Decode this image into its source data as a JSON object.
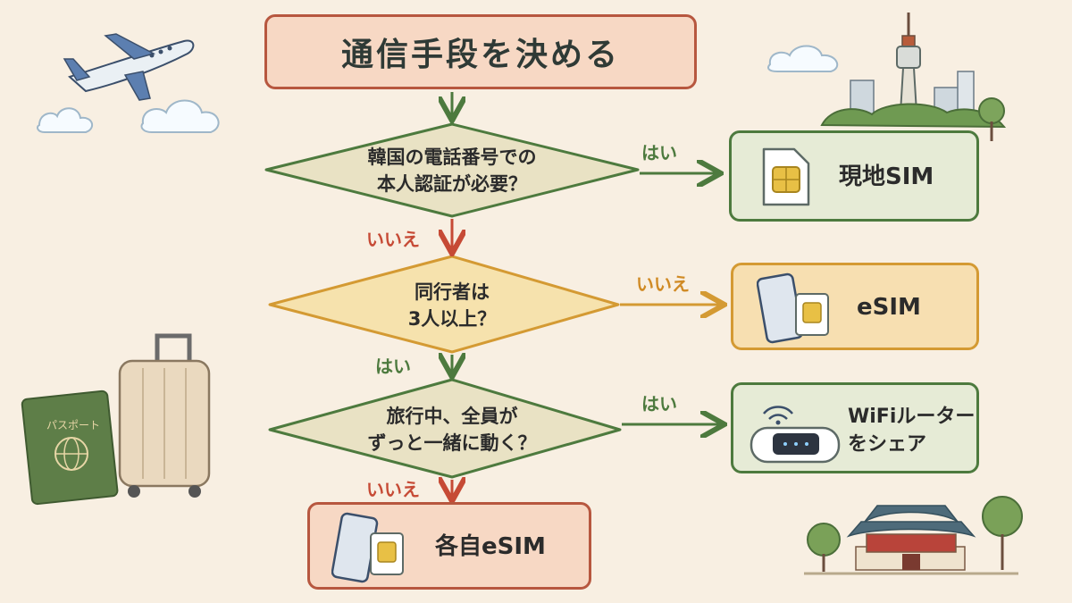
{
  "title": "通信手段を決める",
  "questions": {
    "q1": {
      "line1": "韓国の電話番号での",
      "line2": "本人認証が必要？",
      "yes_label": "はい",
      "no_label": "いいえ"
    },
    "q2": {
      "line1": "同行者は",
      "line2": "3人以上？",
      "yes_label": "はい",
      "no_label": "いいえ"
    },
    "q3": {
      "line1": "旅行中、全員が",
      "line2": "ずっと一緒に動く？",
      "yes_label": "はい",
      "no_label": "いいえ"
    }
  },
  "results": {
    "local_sim": "現地SIM",
    "esim": "eSIM",
    "wifi_line1": "WiFiルーター",
    "wifi_line2": "をシェア",
    "each_esim": "各自eSIM"
  },
  "decorations": {
    "passport_text": "パスポート"
  },
  "colors": {
    "green": "#4d7a3e",
    "orange": "#d49a33",
    "red": "#b7573f",
    "background": "#f8efe2"
  }
}
